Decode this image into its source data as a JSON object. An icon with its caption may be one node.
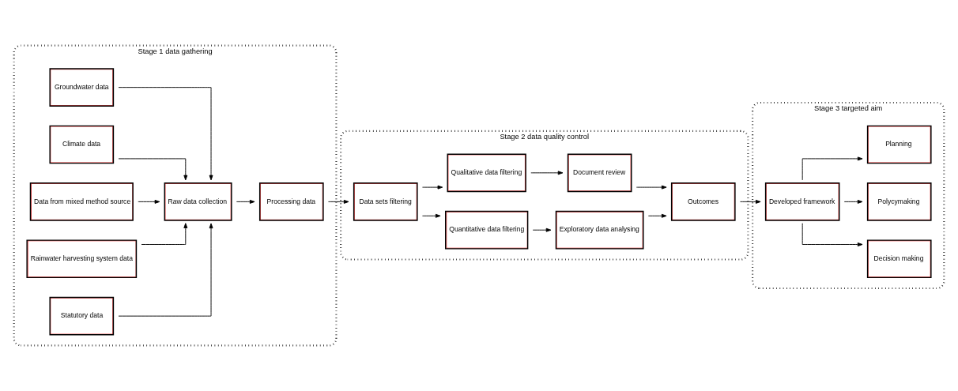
{
  "diagram": {
    "nodes": [
      {
        "text": [
          "Stage 1 data gathering"
        ]
      },
      {
        "text": [
          "Groundwater data"
        ],
        "in": 0
      },
      {
        "text": [
          "Climate data"
        ],
        "in": 0
      },
      {
        "text": [
          "Data from mixed method source"
        ],
        "in": 0
      },
      {
        "text": [
          "Raw data collection"
        ],
        "in": 0
      },
      {
        "text": [
          "Processing data"
        ],
        "in": 0
      },
      {
        "text": [
          "Rainwater harvesting system data"
        ],
        "in": 0
      },
      {
        "text": [
          "Statutory data"
        ],
        "in": 0
      },
      {
        "text": [
          "Stage 2 data quality control"
        ]
      },
      {
        "text": [
          "Quantitative data filtering"
        ],
        "in": 8
      },
      {
        "text": [
          "Exploratory data analysing"
        ],
        "in": 8
      },
      {
        "text": [
          "Data sets filtering"
        ],
        "in": 8
      },
      {
        "text": [
          "Outcomes"
        ],
        "in": 8
      },
      {
        "text": [
          "Qualitative data filtering"
        ],
        "in": 8
      },
      {
        "text": [
          "Document review"
        ],
        "in": 8
      },
      {
        "text": [
          "Stage 3 targeted aim"
        ]
      },
      {
        "text": [
          "Decision making"
        ],
        "in": 15
      },
      {
        "text": [
          "Developed framework"
        ],
        "in": 15
      },
      {
        "text": [
          "Polycymaking"
        ],
        "in": 15
      },
      {
        "text": [
          "Planning"
        ],
        "in": 15
      }
    ],
    "edges": [
      {
        "from": 1,
        "to": 4,
        "arrow": "to"
      },
      {
        "from": 2,
        "to": 4,
        "arrow": "to"
      },
      {
        "from": 3,
        "to": 4,
        "arrow": "to"
      },
      {
        "from": 6,
        "to": 4,
        "arrow": "to"
      },
      {
        "from": 7,
        "to": 4,
        "arrow": "to"
      },
      {
        "from": 4,
        "to": 5,
        "arrow": "to"
      },
      {
        "from": 5,
        "to": 11,
        "arrow": "to"
      },
      {
        "from": 11,
        "to": 9,
        "arrow": "to"
      },
      {
        "from": 9,
        "to": 10,
        "arrow": "to"
      },
      {
        "from": 10,
        "to": 12,
        "arrow": "to"
      },
      {
        "from": 11,
        "to": 13,
        "arrow": "to"
      },
      {
        "from": 13,
        "to": 14,
        "arrow": "to"
      },
      {
        "from": 14,
        "to": 12,
        "arrow": "to"
      },
      {
        "from": 12,
        "to": 17,
        "arrow": "to"
      },
      {
        "from": 17,
        "to": 16,
        "arrow": "to"
      },
      {
        "from": 17,
        "to": 18,
        "arrow": "to"
      },
      {
        "from": 17,
        "to": 19,
        "arrow": "to"
      }
    ]
  }
}
